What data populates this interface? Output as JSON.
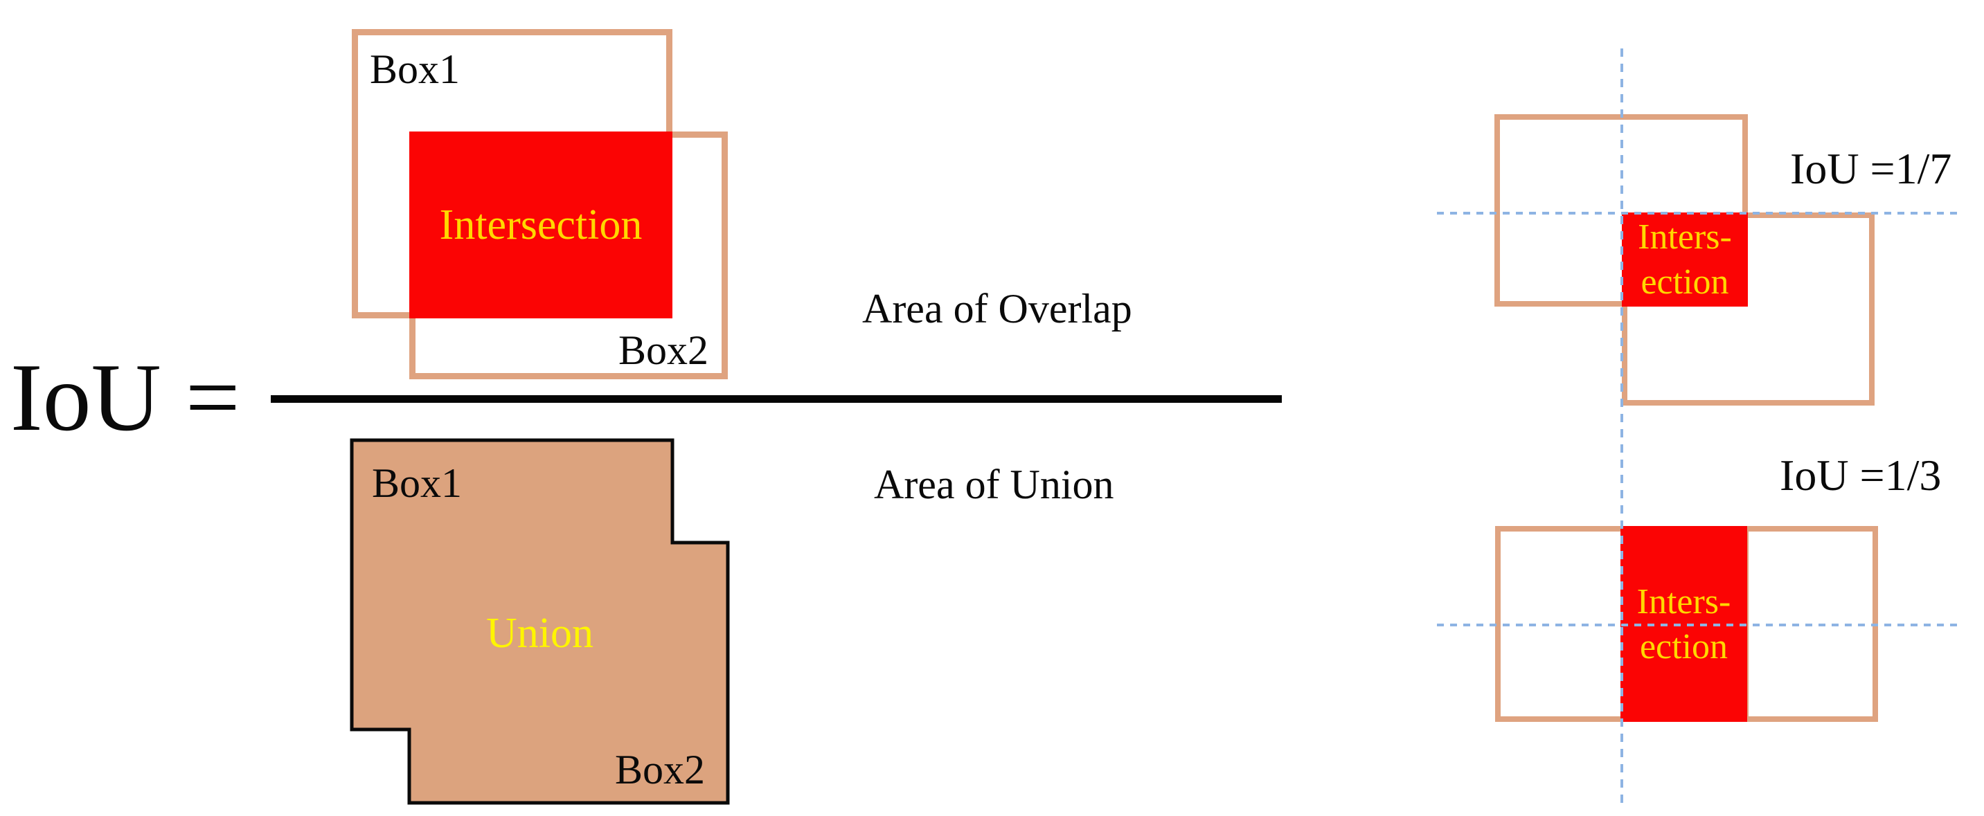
{
  "formula": {
    "lhs": "IoU =",
    "numerator_label": "Area of Overlap",
    "denominator_label": "Area of Union"
  },
  "numerator_diagram": {
    "box1_label": "Box1",
    "box2_label": "Box2",
    "intersection_label": "Intersection"
  },
  "denominator_diagram": {
    "box1_label": "Box1",
    "box2_label": "Box2",
    "union_label": "Union"
  },
  "examples": [
    {
      "iou_label": "IoU =1/7",
      "intersection_line1": "Inters-",
      "intersection_line2": "ection"
    },
    {
      "iou_label": "IoU =1/3",
      "intersection_line1": "Inters-",
      "intersection_line2": "ection"
    }
  ],
  "colors": {
    "box_border_tan": "#DFA380",
    "union_fill_tan": "#DCA37E",
    "intersection_red": "#FB0404",
    "intersection_text_gold": "#FFD800",
    "union_text_yellow": "#FFF500",
    "guide_line_blue": "#8EB4E3",
    "ink_black": "#0A0A0A"
  }
}
